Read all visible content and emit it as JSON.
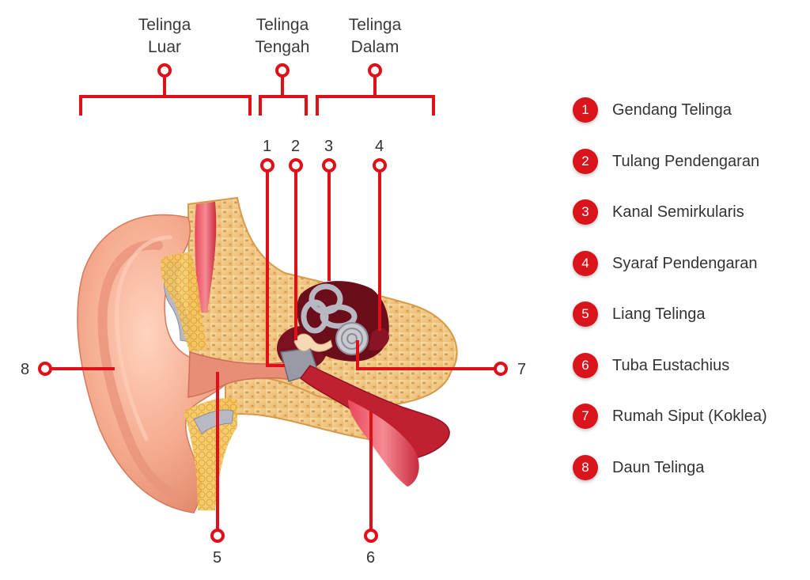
{
  "sections": [
    {
      "id": "outer",
      "line1": "Telinga",
      "line2": "Luar"
    },
    {
      "id": "middle",
      "line1": "Telinga",
      "line2": "Tengah"
    },
    {
      "id": "inner",
      "line1": "Telinga",
      "line2": "Dalam"
    }
  ],
  "pointer_numbers": [
    "1",
    "2",
    "3",
    "4",
    "5",
    "6",
    "7",
    "8"
  ],
  "legend": [
    {
      "num": "1",
      "label": "Gendang Telinga"
    },
    {
      "num": "2",
      "label": "Tulang Pendengaran"
    },
    {
      "num": "3",
      "label": "Kanal Semirkularis"
    },
    {
      "num": "4",
      "label": "Syaraf Pendengaran"
    },
    {
      "num": "5",
      "label": "Liang Telinga"
    },
    {
      "num": "6",
      "label": "Tuba Eustachius"
    },
    {
      "num": "7",
      "label": "Rumah Siput (Koklea)"
    },
    {
      "num": "8",
      "label": "Daun Telinga"
    }
  ],
  "colors": {
    "accent": "#d9141b",
    "skin": "#f2a98e",
    "bone": "#f3cf8e",
    "cartilage": "#b9b9c4"
  }
}
